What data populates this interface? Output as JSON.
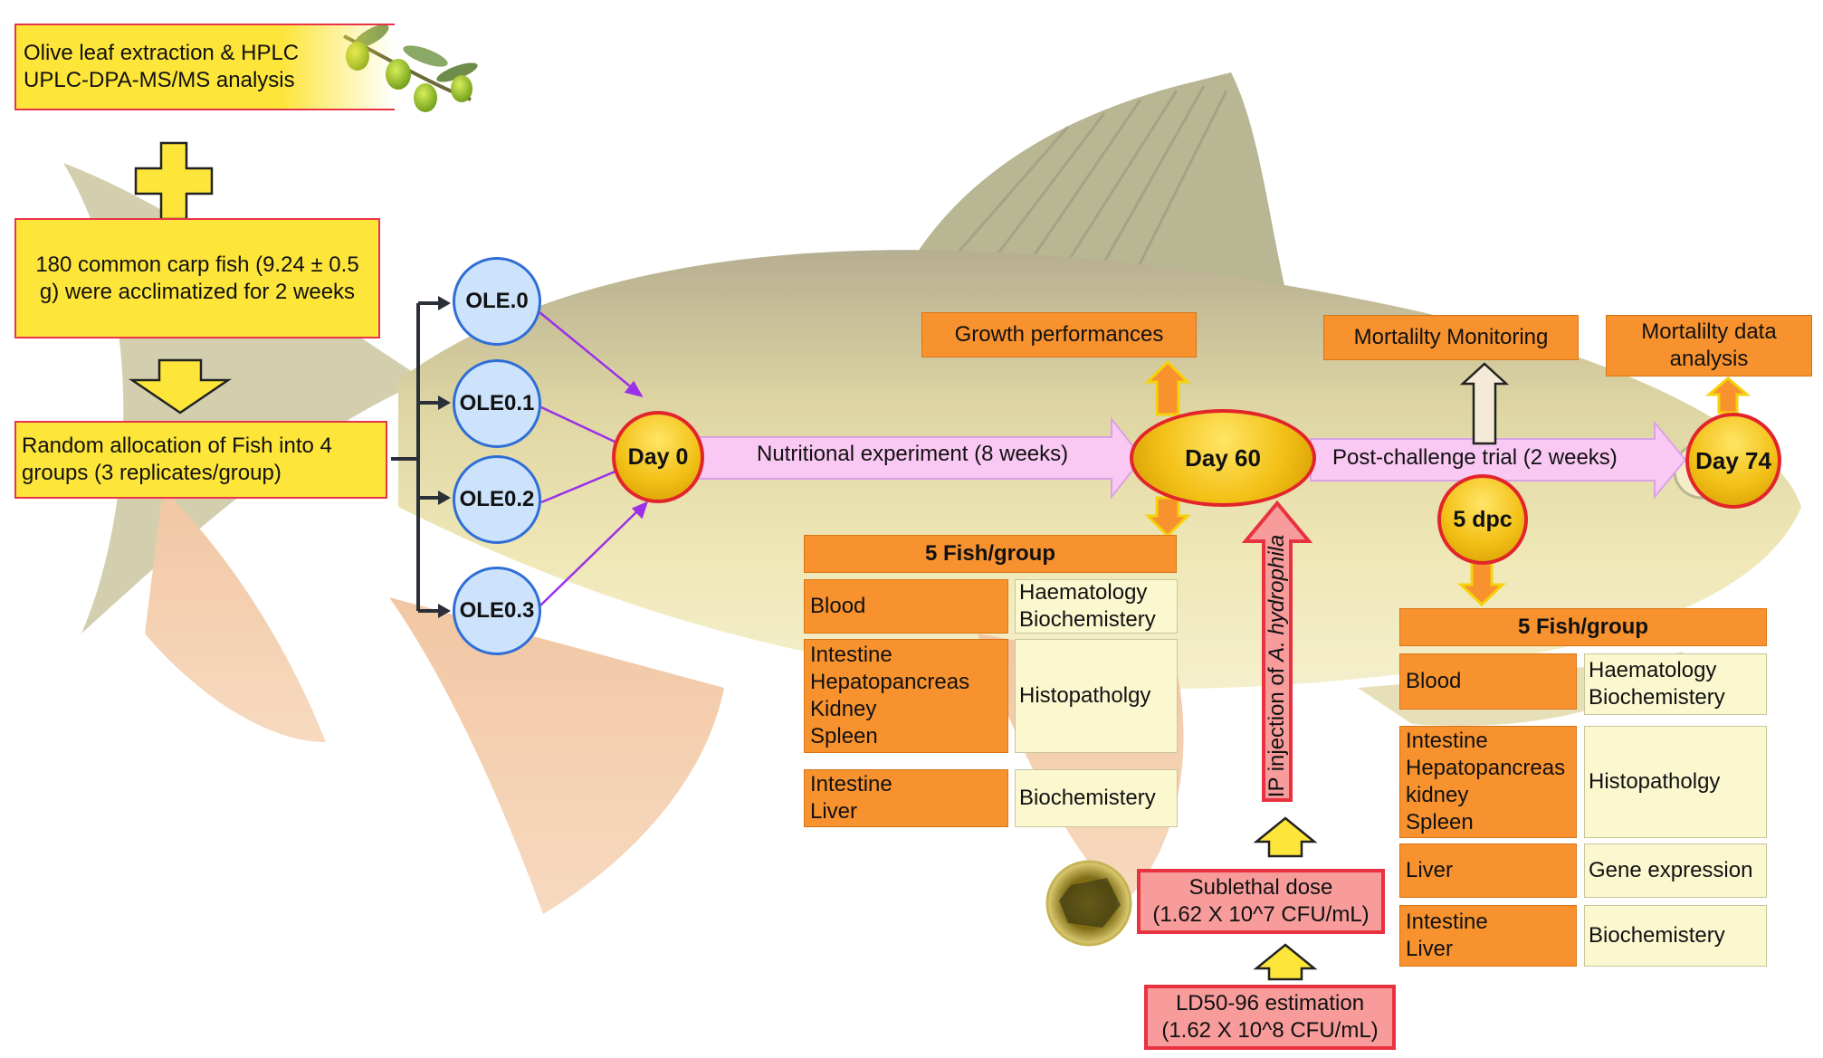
{
  "intro": {
    "extraction": "Olive leaf extraction & HPLC\nUPLC-DPA-MS/MS analysis",
    "fish": "180 common carp fish (9.24 ± 0.5\ng) were acclimatized for 2 weeks",
    "allocation": "Random allocation of Fish into 4\ngroups (3 replicates/group)"
  },
  "groups": [
    "OLE.0",
    "OLE0.1",
    "OLE0.2",
    "OLE0.3"
  ],
  "timeline": {
    "day0": "Day 0",
    "day60": "Day 60",
    "day74": "Day 74",
    "dpc": "5 dpc",
    "nutritional": "Nutritional experiment (8 weeks)",
    "post_challenge": "Post-challenge trial (2 weeks)"
  },
  "outcomes": {
    "growth": "Growth performances",
    "mortality_monitoring": "Mortalilty Monitoring",
    "mortality_analysis": "Mortalilty data\nanalysis"
  },
  "sampling_day60": {
    "header": "5 Fish/group",
    "rows": [
      {
        "tissue": "Blood",
        "analysis": "Haematology\nBiochemistery"
      },
      {
        "tissue": "Intestine\nHepatopancreas\nKidney\nSpleen",
        "analysis": "Histopatholgy"
      },
      {
        "tissue": "Intestine\nLiver",
        "analysis": "Biochemistery"
      }
    ]
  },
  "sampling_5dpc": {
    "header": "5 Fish/group",
    "rows": [
      {
        "tissue": "Blood",
        "analysis": "Haematology\nBiochemistery"
      },
      {
        "tissue": "Intestine\nHepatopancreas\nkidney\nSpleen",
        "analysis": "Histopatholgy"
      },
      {
        "tissue": "Liver",
        "analysis": "Gene expression"
      },
      {
        "tissue": "Intestine\nLiver",
        "analysis": "Biochemistery"
      }
    ]
  },
  "challenge": {
    "injection_prefix": "IP injection of ",
    "injection_species": "A. hydrophila",
    "sublethal": "Sublethal dose\n(1.62 X 10^7 CFU/mL)",
    "ld50": "LD50-96 estimation\n(1.62 X 10^8 CFU/mL)"
  },
  "colors": {
    "yellow": "#fde53a",
    "orange": "#f7922f",
    "cream": "#fbf8d0",
    "pink": "#f79b9b",
    "red_border": "#e8323f",
    "ole_fill": "#cde3fb",
    "ole_border": "#2f6ed6",
    "timeline_arrow": "#f9c8f3",
    "connector_purple": "#9b30e8"
  },
  "icons": [
    "olive-branch-icon",
    "plus-icon",
    "down-arrow-icon",
    "carp-fish-illustration",
    "bacteria-colony-icon"
  ]
}
